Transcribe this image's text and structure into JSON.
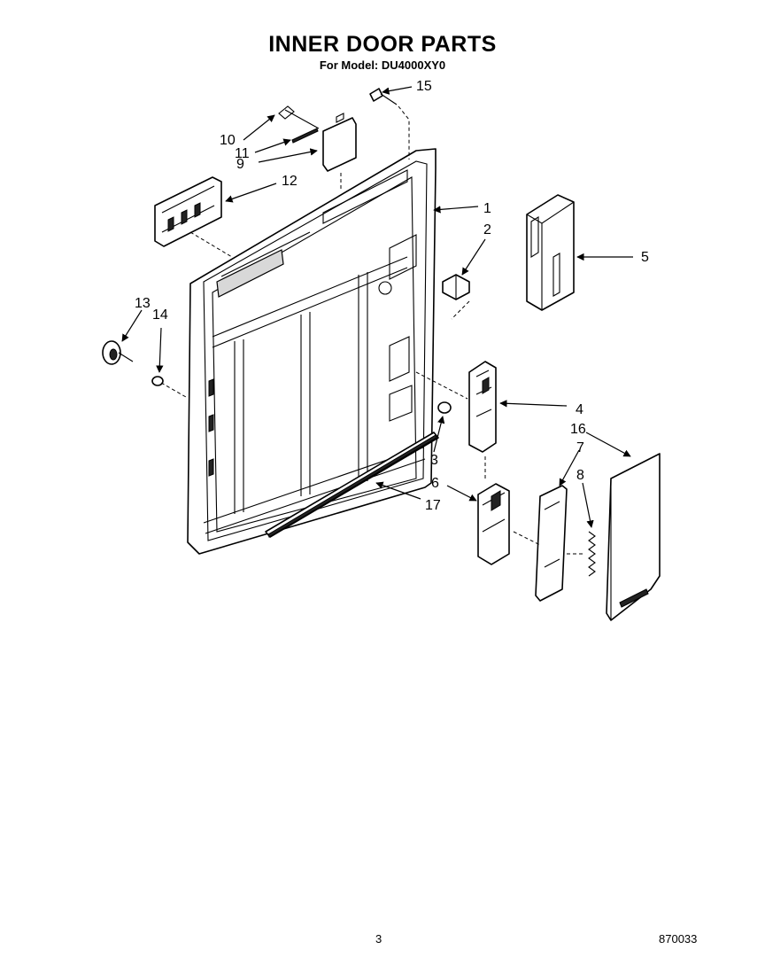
{
  "header": {
    "title": "INNER DOOR PARTS",
    "subtitle": "For Model: DU4000XY0"
  },
  "footer": {
    "page_number": "3",
    "document_code": "870033"
  },
  "callouts": [
    "1",
    "2",
    "3",
    "4",
    "5",
    "6",
    "7",
    "8",
    "9",
    "10",
    "11",
    "12",
    "13",
    "14",
    "15",
    "16",
    "17"
  ]
}
